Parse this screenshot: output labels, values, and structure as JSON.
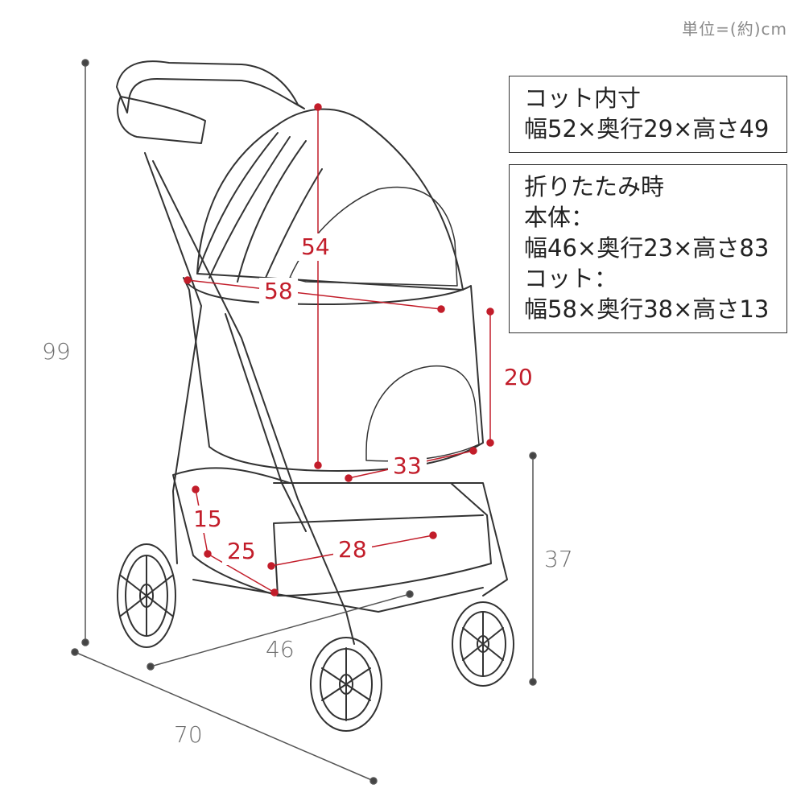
{
  "unit_note": "単位=(約)cm",
  "spec_boxes": [
    {
      "lines": [
        "コット内寸",
        "幅52×奥行29×高さ49"
      ]
    },
    {
      "lines": [
        "折りたたみ時",
        "本体：",
        "幅46×奥行23×高さ83",
        "コット：",
        "幅58×奥行38×高さ13"
      ]
    }
  ],
  "dimensions": {
    "overall_height": "99",
    "overall_depth": "70",
    "overall_width": "46",
    "seat_height": "37",
    "cot_height": "54",
    "cot_width": "58",
    "cot_side": "20",
    "cot_depth": "33",
    "basket_width": "28",
    "basket_depth": "25",
    "basket_height": "15"
  },
  "colors": {
    "dimension_red": "#c21d2a",
    "dimension_gray": "#555555",
    "line_art": "#333333"
  }
}
